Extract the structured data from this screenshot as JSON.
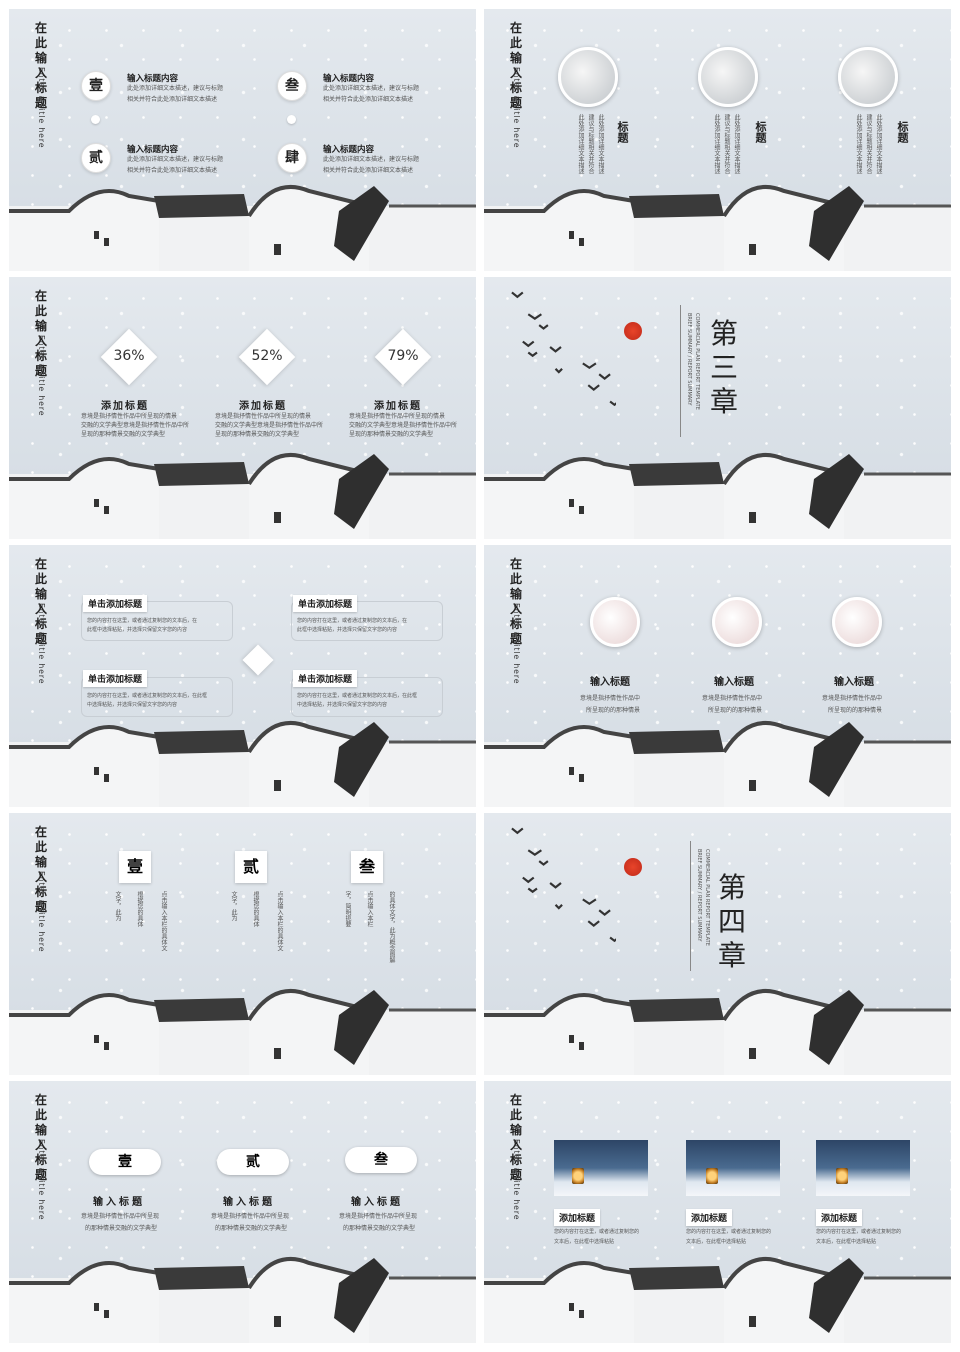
{
  "vertical_title": {
    "cn": "在此输入标题",
    "en": "Enter a title here"
  },
  "slide1": {
    "items": [
      {
        "num": "壹",
        "head": "输入标题内容",
        "l1": "此处添加详细文本描述，建议与标题",
        "l2": "相关并符合此处添加详细文本描述"
      },
      {
        "num": "贰",
        "head": "输入标题内容",
        "l1": "此处添加详细文本描述，建议与标题",
        "l2": "相关并符合此处添加详细文本描述"
      },
      {
        "num": "叁",
        "head": "输入标题内容",
        "l1": "此处添加详细文本描述，建议与标题",
        "l2": "相关并符合此处添加详细文本描述"
      },
      {
        "num": "肆",
        "head": "输入标题内容",
        "l1": "此处添加详细文本描述，建议与标题",
        "l2": "相关并符合此处添加详细文本描述"
      }
    ]
  },
  "slide2": {
    "items": [
      {
        "title": "标题",
        "c1": "此处添加详细文本描述",
        "c2": "建议与标题相关并符合",
        "c3": "此处添加详细文本描述"
      },
      {
        "title": "标题",
        "c1": "此处添加详细文本描述",
        "c2": "建议与标题相关并符合",
        "c3": "此处添加详细文本描述"
      },
      {
        "title": "标题",
        "c1": "此处添加详细文本描述",
        "c2": "建议与标题相关并符合",
        "c3": "此处添加详细文本描述"
      }
    ]
  },
  "slide3": {
    "items": [
      {
        "pct": "36%",
        "value": 36,
        "title": "添加标题",
        "l1": "意境是指抒情性作品中所呈现的情景",
        "l2": "交融的文学典型意境是指抒情性作品中所",
        "l3": "呈现的那种情景交融的文学典型"
      },
      {
        "pct": "52%",
        "value": 52,
        "title": "添加标题",
        "l1": "意境是指抒情性作品中所呈现的情景",
        "l2": "交融的文学典型意境是指抒情性作品中所",
        "l3": "呈现的那种情景交融的文学典型"
      },
      {
        "pct": "79%",
        "value": 79,
        "title": "添加标题",
        "l1": "意境是指抒情性作品中所呈现的情景",
        "l2": "交融的文学典型意境是指抒情性作品中所",
        "l3": "呈现的那种情景交融的文学典型"
      }
    ]
  },
  "slide4": {
    "chapter": "第三章",
    "en1": "BRIEF SUMMARY / REPORT SUMMARY",
    "en2": "COMMERCIAL PLAN REPORT TEMPLATE"
  },
  "slide5": {
    "items": [
      {
        "tag": "单击添加标题",
        "l1": "您的内容打在这里，或者通过复制您的文本后，在",
        "l2": "此框中选择粘贴，并选择只保留文字您的内容"
      },
      {
        "tag": "单击添加标题",
        "l1": "您的内容打在这里，或者通过复制您的文本后，在",
        "l2": "此框中选择粘贴，并选择只保留文字您的内容"
      },
      {
        "tag": "单击添加标题",
        "l1": "您的内容打在这里，或者通过复制您的文本后，在此框",
        "l2": "中选择粘贴，并选择只保留文字您的内容"
      },
      {
        "tag": "单击添加标题",
        "l1": "您的内容打在这里，或者通过复制您的文本后，在此框",
        "l2": "中选择粘贴，并选择只保留文字您的内容"
      }
    ]
  },
  "slide6": {
    "items": [
      {
        "title": "输入标题",
        "l1": "意境是指抒情性作品中",
        "l2": "所呈现的的那种情景"
      },
      {
        "title": "输入标题",
        "l1": "意境是指抒情性作品中",
        "l2": "所呈现的的那种情景"
      },
      {
        "title": "输入标题",
        "l1": "意境是指抒情性作品中",
        "l2": "所呈现的的那种情景"
      }
    ]
  },
  "slide7": {
    "items": [
      {
        "num": "壹",
        "c1": "文字，此为",
        "c2": "根据您的具体",
        "c3": "点击输入本栏的具体文"
      },
      {
        "num": "贰",
        "c1": "文字，此为",
        "c2": "根据您的具体",
        "c3": "点击输入本栏的具体文"
      },
      {
        "num": "叁",
        "c1": "字，简明扼要",
        "c2": "点击输入本栏",
        "c3": "的具体文字，此为概念图解"
      }
    ]
  },
  "slide8": {
    "chapter": "第四章",
    "en1": "BRIEF SUMMARY / REPORT SUMMARY",
    "en2": "COMMERCIAL PLAN REPORT TEMPLATE"
  },
  "slide9": {
    "items": [
      {
        "num": "壹",
        "title": "输入标题",
        "l1": "意境是指抒情性作品中所呈现",
        "l2": "的那种情景交融的文学典型"
      },
      {
        "num": "贰",
        "title": "输入标题",
        "l1": "意境是指抒情性作品中所呈现",
        "l2": "的那种情景交融的文学典型"
      },
      {
        "num": "叁",
        "title": "输入标题",
        "l1": "意境是指抒情性作品中所呈现",
        "l2": "的那种情景交融的文学典型"
      }
    ]
  },
  "slide10": {
    "items": [
      {
        "tag": "添加标题",
        "l1": "您的内容打在这里，或者通过复制您的",
        "l2": "文本后，在此框中选择粘贴"
      },
      {
        "tag": "添加标题",
        "l1": "您的内容打在这里，或者通过复制您的",
        "l2": "文本后，在此框中选择粘贴"
      },
      {
        "tag": "添加标题",
        "l1": "您的内容打在这里，或者通过复制您的",
        "l2": "文本后，在此框中选择粘贴"
      }
    ]
  },
  "colors": {
    "sky": "#dde3e9",
    "roof": "#3c3c3c",
    "sun": "#d8381f"
  }
}
